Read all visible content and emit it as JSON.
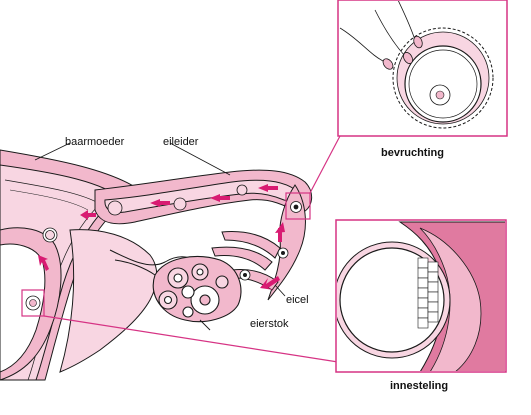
{
  "labels": {
    "uterus": "baarmoeder",
    "fallopian_tube": "eileider",
    "egg": "eicel",
    "ovary": "eierstok"
  },
  "insets": {
    "fertilization": "bevruchting",
    "implantation": "innesteling"
  },
  "colors": {
    "tissue_pink": "#f2b8cc",
    "tissue_light": "#f8d6e2",
    "tissue_deep": "#e07aa0",
    "arrow": "#d81b72",
    "inset_frame": "#d63384",
    "outline": "#1a1a1a"
  },
  "icons": [
    "arrow-icon"
  ]
}
